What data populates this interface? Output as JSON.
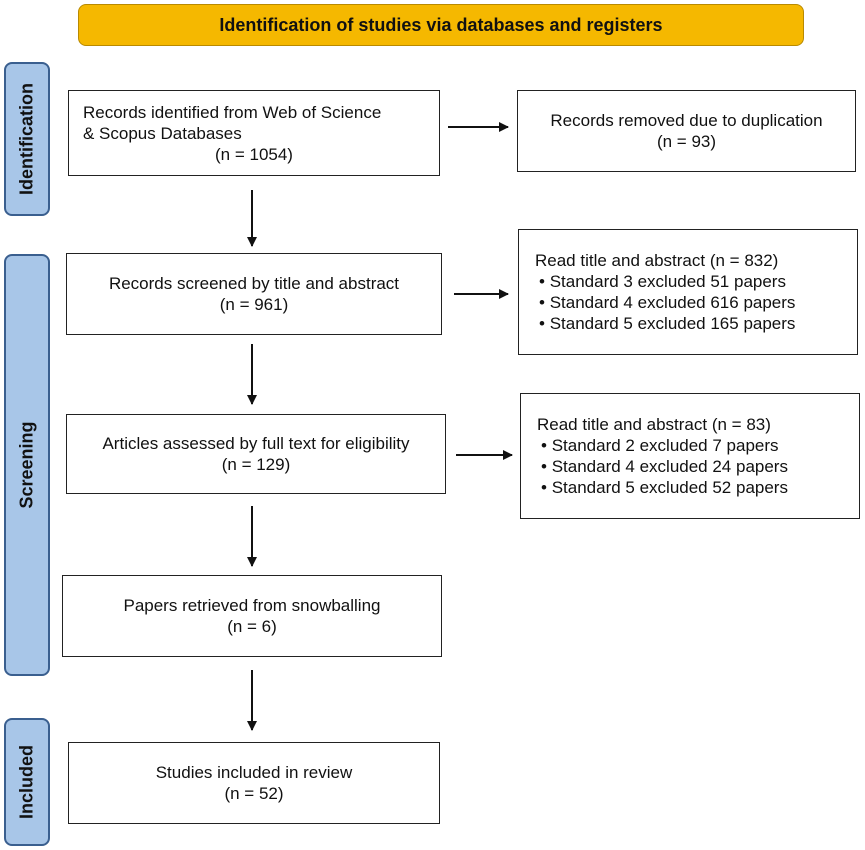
{
  "banner": "Identification of studies via databases and registers",
  "sections": {
    "identification": "Identification",
    "screening": "Screening",
    "included": "Included"
  },
  "boxes": {
    "records_identified": {
      "line1": "Records identified from Web of Science",
      "line2": "& Scopus Databases",
      "count": "(n = 1054)"
    },
    "records_removed": {
      "line1": "Records removed due to duplication",
      "count": "(n = 93)"
    },
    "records_screened": {
      "line1": "Records screened by title and abstract",
      "count": "(n = 961)"
    },
    "screen_exclusions": {
      "title": "Read title and abstract (n = 832)",
      "items": [
        "Standard 3 excluded 51 papers",
        "Standard 4 excluded 616 papers",
        "Standard 5 excluded 165 papers"
      ]
    },
    "full_text": {
      "line1": "Articles assessed by full text for eligibility",
      "count": "(n = 129)"
    },
    "fulltext_exclusions": {
      "title": "Read title and abstract (n = 83)",
      "items": [
        "Standard 2 excluded 7 papers",
        "Standard 4 excluded 24 papers",
        "Standard 5 excluded 52 papers"
      ]
    },
    "snowballing": {
      "line1": "Papers retrieved from snowballing",
      "count": "(n = 6)"
    },
    "included": {
      "line1": "Studies included in review",
      "count": "(n = 52)"
    }
  },
  "colors": {
    "banner": "#f5b800",
    "sidebar": "#a8c6e8",
    "sidebar_border": "#3a5f8f"
  }
}
